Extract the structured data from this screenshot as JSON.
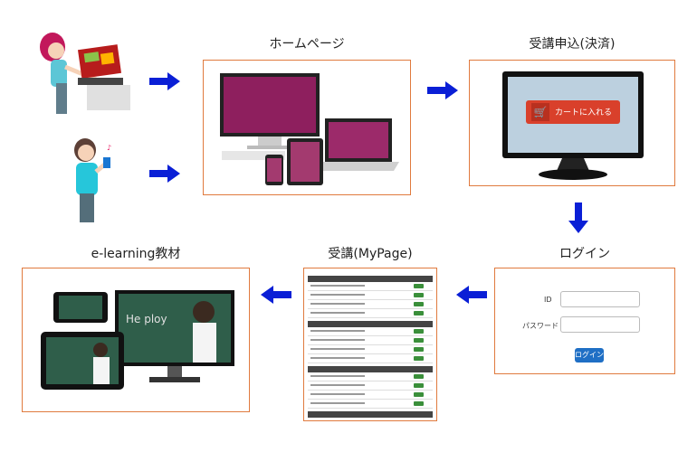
{
  "steps": {
    "homepage": {
      "title": "ホームページ"
    },
    "apply": {
      "title": "受講申込(決済)",
      "cart_button": "カートに入れる"
    },
    "login": {
      "title": "ログイン",
      "id_label": "ID",
      "password_label": "パスワード",
      "button": "ログイン"
    },
    "mypage": {
      "title": "受講(MyPage)"
    },
    "elearning": {
      "title": "e-learning教材"
    }
  },
  "colors": {
    "arrow": "#0a1fd6",
    "box_border": "#e07a3e",
    "cart_button": "#d9402b",
    "login_button": "#1f6fc5"
  }
}
